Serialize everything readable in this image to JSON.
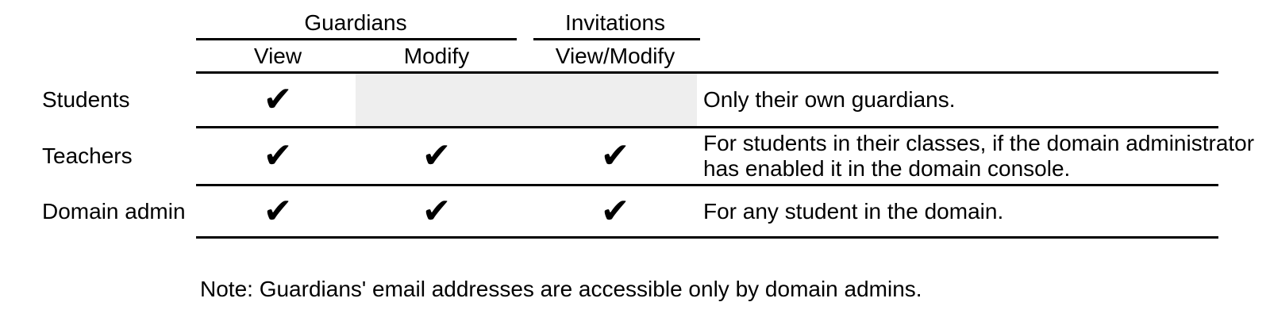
{
  "header": {
    "groups": [
      {
        "label": "Guardians"
      },
      {
        "label": "Invitations"
      }
    ],
    "columns": [
      {
        "label": "View"
      },
      {
        "label": "Modify"
      },
      {
        "label": "View/Modify"
      }
    ]
  },
  "rows": [
    {
      "label": "Students",
      "permissions": {
        "guardians_view": true,
        "guardians_modify": false,
        "invitations_view_modify": false
      },
      "shaded_cells": "Modify and View/Modify columns shaded grey (not applicable)",
      "note_lines": [
        "Only their own guardians."
      ]
    },
    {
      "label": "Teachers",
      "permissions": {
        "guardians_view": true,
        "guardians_modify": true,
        "invitations_view_modify": true
      },
      "note_lines": [
        "For students in their classes, if the domain administrator",
        "has enabled it in the domain console."
      ]
    },
    {
      "label": "Domain admin",
      "permissions": {
        "guardians_view": true,
        "guardians_modify": true,
        "invitations_view_modify": true
      },
      "note_lines": [
        "For any student in the domain."
      ]
    }
  ],
  "footnote": "Note: Guardians' email addresses are accessible only by domain admins.",
  "glyphs": {
    "check": "✔"
  },
  "colors": {
    "shaded_cell": "#eeeeee",
    "rule": "#000000",
    "text": "#000000",
    "background": "#ffffff"
  }
}
